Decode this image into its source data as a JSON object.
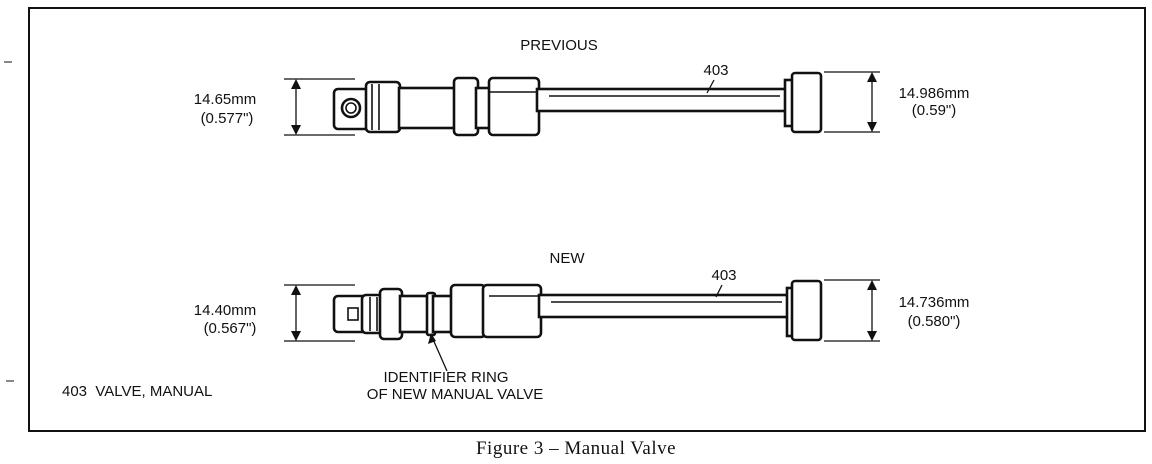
{
  "figure": {
    "caption": "Figure 3 – Manual Valve",
    "legend": "403  VALVE, MANUAL"
  },
  "previous": {
    "title": "PREVIOUS",
    "part_number": "403",
    "left_dimension": {
      "metric": "14.65mm",
      "imperial": "(0.577\")"
    },
    "right_dimension": {
      "metric": "14.986mm",
      "imperial": "(0.59\")"
    }
  },
  "new": {
    "title": "NEW",
    "part_number": "403",
    "left_dimension": {
      "metric": "14.40mm",
      "imperial": "(0.567\")"
    },
    "right_dimension": {
      "metric": "14.736mm",
      "imperial": "(0.580\")"
    },
    "callout_line1": "IDENTIFIER RING",
    "callout_line2": "OF NEW MANUAL VALVE"
  }
}
